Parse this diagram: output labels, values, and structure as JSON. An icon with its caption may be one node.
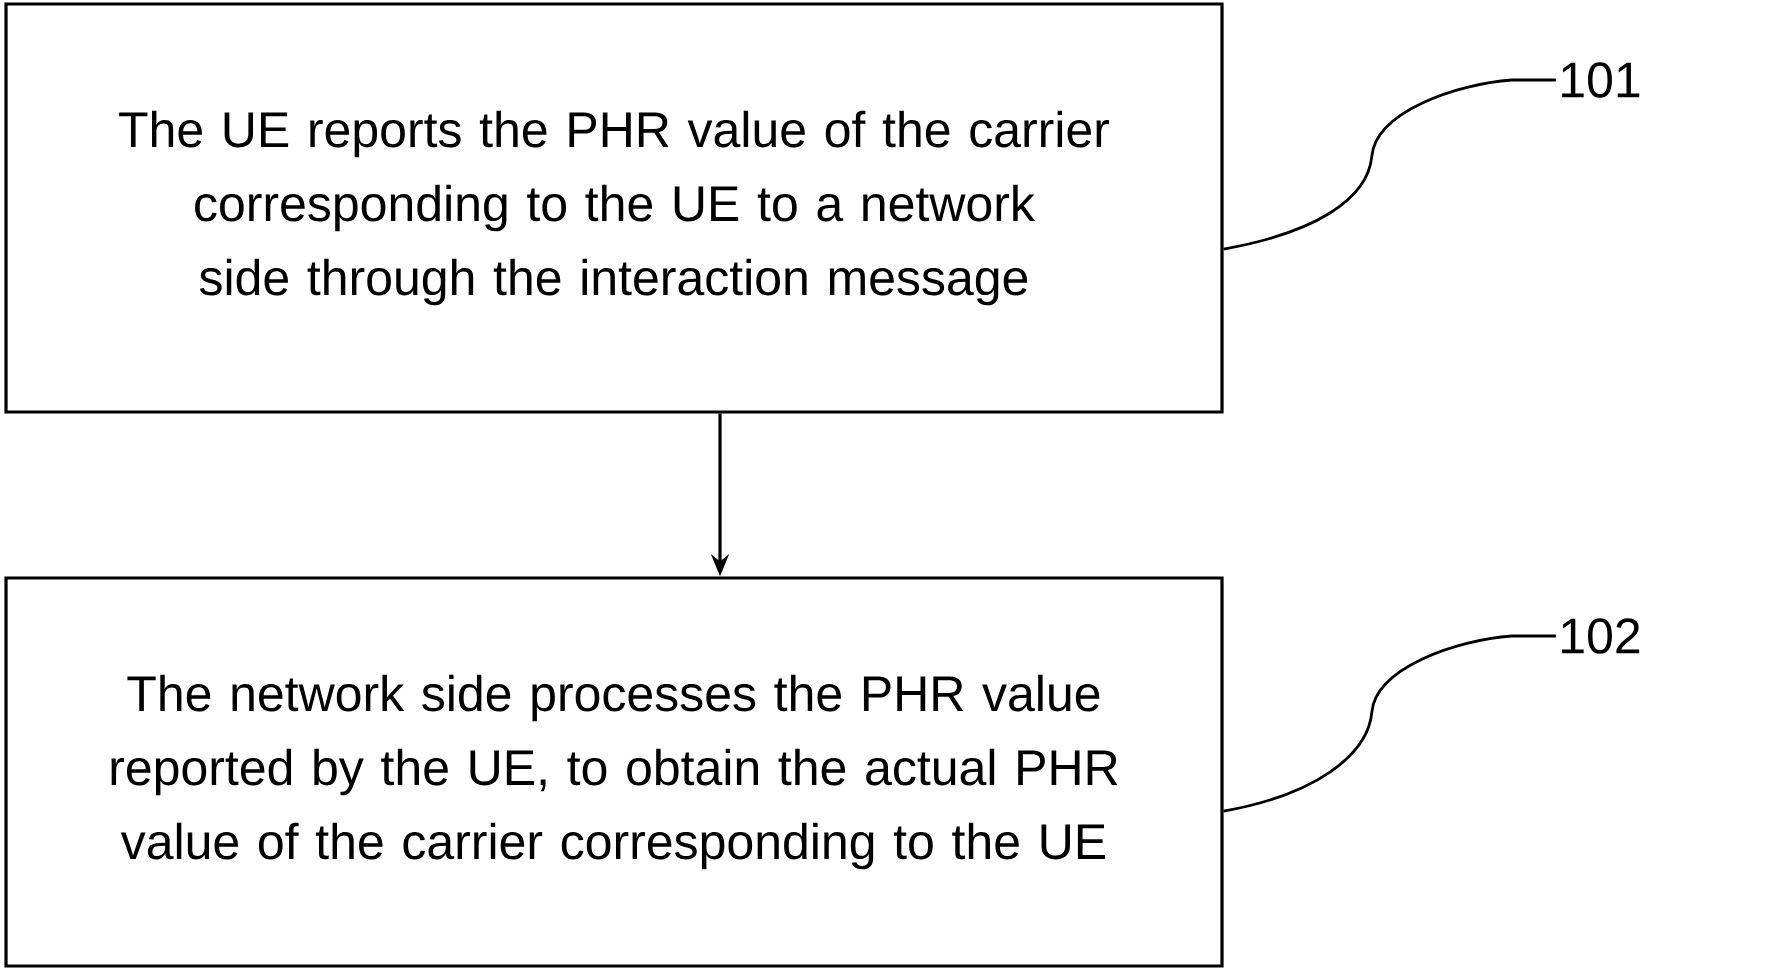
{
  "diagram": {
    "nodes": [
      {
        "text": [
          "The UE reports the PHR value of the carrier corresponding to the UE to a network side through the interaction message"
        ]
      },
      {
        "text": [
          "101"
        ]
      },
      {
        "text": [
          "The network side processes the PHR value reported by the UE, to obtain the actual PHR value of the carrier corresponding to the UE"
        ]
      },
      {
        "text": [
          "102"
        ]
      }
    ],
    "edges": [
      {
        "from": 0,
        "to": 2,
        "arrow": "to"
      },
      {
        "from": 1,
        "to": 0,
        "arrow": "none"
      },
      {
        "from": 3,
        "to": 2,
        "arrow": "none"
      }
    ]
  }
}
